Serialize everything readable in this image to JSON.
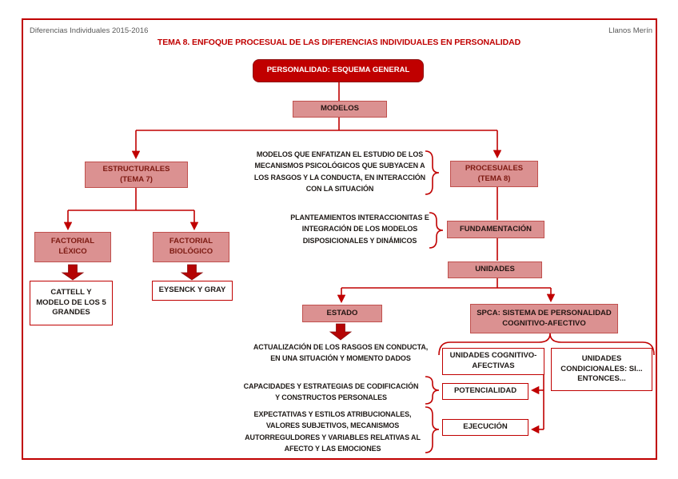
{
  "header": {
    "course": "Diferencias Individuales 2015-2016",
    "author": "Llanos Merín",
    "title": "TEMA 8. ENFOQUE PROCESUAL DE LAS DIFERENCIAS INDIVIDUALES EN PERSONALIDAD"
  },
  "nodes": {
    "personalidad": {
      "label": "PERSONALIDAD: ESQUEMA GENERAL"
    },
    "modelos": {
      "label": "MODELOS"
    },
    "estructurales": {
      "label": "ESTRUCTURALES\n(TEMA 7)"
    },
    "procesuales": {
      "label": "PROCESUALES\n(TEMA 8)"
    },
    "fundamentacion": {
      "label": "FUNDAMENTACIÓN"
    },
    "unidades": {
      "label": "UNIDADES"
    },
    "estado": {
      "label": "ESTADO"
    },
    "spca": {
      "label": "SPCA: SISTEMA DE PERSONALIDAD\nCOGNITIVO-AFECTIVO"
    },
    "factorial_lexico": {
      "label": "FACTORIAL\nLÉXICO"
    },
    "factorial_biologico": {
      "label": "FACTORIAL\nBIOLÓGICO"
    },
    "cattell": {
      "label": "CATTELL Y\nMODELO DE LOS 5\nGRANDES"
    },
    "eysenck": {
      "label": "EYSENCK Y GRAY"
    },
    "unidades_cognitivo_afectivas": {
      "label": "UNIDADES COGNITIVO-\nAFECTIVAS"
    },
    "unidades_condicionales": {
      "label": "UNIDADES\nCONDICIONALES: SI...\nENTONCES..."
    },
    "potencialidad": {
      "label": "POTENCIALIDAD"
    },
    "ejecucion": {
      "label": "EJECUCIÓN"
    }
  },
  "annotations": {
    "modelos_enfatizan": "MODELOS QUE ENFATIZAN EL ESTUDIO DE LOS\nMECANISMOS PSICOLÓGICOS QUE SUBYACEN A\nLOS RASGOS Y LA CONDUCTA, EN INTERACCIÓN\nCON LA SITUACIÓN",
    "planteamientos": "PLANTEAMIENTOS INTERACCIONITAS E\nINTEGRACIÓN DE LOS MODELOS\nDISPOSICIONALES Y DINÁMICOS",
    "actualizacion": "ACTUALIZACIÓN DE LOS RASGOS EN CONDUCTA,\nEN UNA SITUACIÓN Y MOMENTO DADOS",
    "capacidades": "CAPACIDADES Y ESTRATEGIAS DE CODIFICACIÓN\nY CONSTRUCTOS PERSONALES",
    "expectativas": "EXPECTATIVAS Y ESTILOS ATRIBUCIONALES,\nVALORES SUBJETIVOS, MECANISMOS\nAUTORREGULDORES Y VARIABLES RELATIVAS AL\nAFECTO Y LAS EMOCIONES"
  },
  "colors": {
    "accent_red": "#c00000",
    "node_fill": "#db9191",
    "node_border": "#c0504d",
    "dark_node_fill": "#c00000",
    "dark_red_text": "#7d1a12",
    "body_text": "#1f1a17",
    "header_gray": "#595959"
  }
}
